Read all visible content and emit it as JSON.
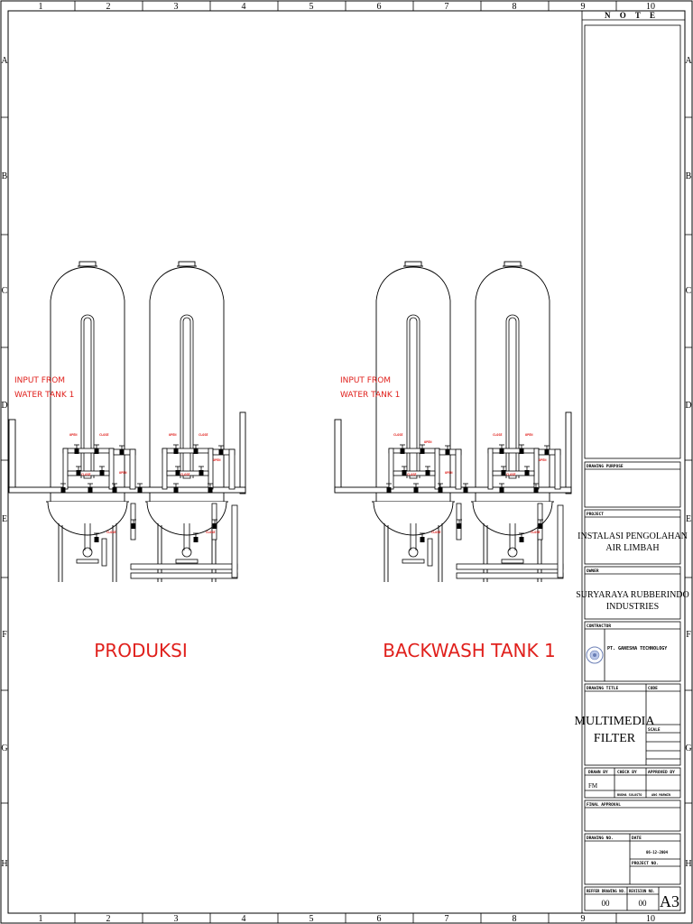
{
  "border": {
    "columns": [
      "1",
      "2",
      "3",
      "4",
      "5",
      "6",
      "7",
      "8",
      "9",
      "10"
    ],
    "rows": [
      "A",
      "B",
      "C",
      "D",
      "E",
      "F",
      "G",
      "H"
    ]
  },
  "note": {
    "title": "N O T E"
  },
  "title_block": {
    "drawing_purpose_label": "DRAWING PURPOSE",
    "project_label": "PROJECT",
    "project_line1": "INSTALASI PENGOLAHAN",
    "project_line2": "AIR LIMBAH",
    "owner_label": "OWNER",
    "owner_line1": "SURYARAYA RUBBERINDO",
    "owner_line2": "INDUSTRIES",
    "contractor_label": "CONTRACTOR",
    "contractor_name": "PT. GANESHA TECHNOLOGY",
    "drawing_title_label": "DRAWING TITLE",
    "code_label": "CODE",
    "drawing_title_line1": "MULTIMEDIA",
    "drawing_title_line2": "FILTER",
    "scale_label": "SCALE",
    "drawn_by_label": "DRAWN BY",
    "check_by_label": "CHECK BY",
    "approved_by_label": "APPROVED BY",
    "drawn_by_value": "FM",
    "check_by_value": "BUDHA SULOSTO",
    "approved_by_value": "ANG MARWIN",
    "final_approval_label": "FINAL APPROVAL",
    "drawing_no_label": "DRAWING NO.",
    "date_label": "DATE",
    "date_value": "06-12-2004",
    "project_no_label": "PROJECT NO.",
    "refer_drawing_label": "REFFER DRAWING NO.",
    "revision_label": "REVISION NO.",
    "refer_drawing_value": "00",
    "revision_value": "00",
    "sheet_size": "A3"
  },
  "diagram": {
    "left_input_line1": "INPUT FROM",
    "left_input_line2": "WATER TANK 1",
    "right_input_line1": "INPUT FROM",
    "right_input_line2": "WATER TANK 1",
    "left_label": "PRODUKSI",
    "right_label": "BACKWASH TANK 1",
    "valve_tag_open": "OPEN",
    "valve_tag_close": "CLOSE",
    "colors": {
      "line": "#000000",
      "label": "#e0201c"
    }
  }
}
